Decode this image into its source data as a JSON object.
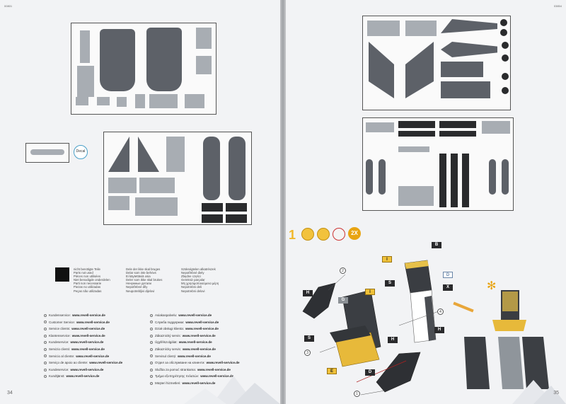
{
  "left_page": {
    "corner_code": "00801",
    "page_number": "34",
    "decal_sheet_label": "Decal",
    "legend_lines_col1": [
      "nicht benötigte Teile",
      "Parts not used",
      "Pièces non utilisées",
      "Niet benodigde onderdelen",
      "Parti non necessarie",
      "Piezas no utilizadas",
      "Peças não utilizadas"
    ],
    "legend_lines_col2": [
      "Dele der ikke skal bruges",
      "Delar som inte behövs",
      "Ei käytettäviä osia",
      "Deler som ikke skal brukes",
      "Ненужные детали",
      "Nepotřebné díly",
      "Neupotrebljivi dijelovi"
    ],
    "legend_lines_col3": [
      "Szükségtelen alkatrészek",
      "Nepotřebné diely",
      "Zbędne części",
      "Gereksiz parçalar",
      "Μη χρησιμοποιούμενα μέρη",
      "Nepotrebni deli",
      "Nepotrebni delovi"
    ],
    "services_col1": [
      {
        "label": "Kundenservice:",
        "url": "www.revell-service.de"
      },
      {
        "label": "Customer Service:",
        "url": "www.revell-service.de"
      },
      {
        "label": "Service clients:",
        "url": "www.revell-service.de"
      },
      {
        "label": "Klantenservice:",
        "url": "www.revell-service.de"
      },
      {
        "label": "Kundeservice:",
        "url": "www.revell-service.de"
      },
      {
        "label": "Servizio clienti:",
        "url": "www.revell-service.de"
      },
      {
        "label": "Servicio al cliente:",
        "url": "www.revell-service.de"
      },
      {
        "label": "Serviço de apoio ao cliente:",
        "url": "www.revell-service.de"
      },
      {
        "label": "Kundeservice:",
        "url": "www.revell-service.de"
      },
      {
        "label": "Kundtjänst:",
        "url": "www.revell-service.de"
      }
    ],
    "services_col2": [
      {
        "label": "Asiakaspalvelu:",
        "url": "www.revell-service.de"
      },
      {
        "label": "Служба поддержки:",
        "url": "www.revell-service.de"
      },
      {
        "label": "Dział obsługi klienta:",
        "url": "www.revell-service.de"
      },
      {
        "label": "Zákaznický servis:",
        "url": "www.revell-service.de"
      },
      {
        "label": "Ügyfélszolgálat:",
        "url": "www.revell-service.de"
      },
      {
        "label": "Zákaznícky servis:",
        "url": "www.revell-service.de"
      },
      {
        "label": "Servisul clienți:",
        "url": "www.revell-service.de"
      },
      {
        "label": "Отдел за обслужване на клиенти:",
        "url": "www.revell-service.de"
      },
      {
        "label": "Služba za pomoć strankama:",
        "url": "www.revell-service.de"
      },
      {
        "label": "Τμήμα εξυπηρέτησης πελατών:",
        "url": "www.revell-service.de"
      },
      {
        "label": "Müşteri hizmetleri:",
        "url": "www.revell-service.de"
      }
    ]
  },
  "right_page": {
    "corner_code": "03854",
    "page_number": "35",
    "step_number": "1",
    "quantity_badge": "2X",
    "callouts": {
      "b_top": "B",
      "i_top": "I",
      "d_outline": "D",
      "s_mid": "S",
      "x_mid": "X",
      "h_left": "H",
      "g_grey": "G",
      "i_mid": "I",
      "h_right": "H",
      "s_lower": "S",
      "h_low": "H",
      "e_yellow": "E",
      "d_bottom": "D"
    },
    "part_numbers": {
      "n2": "2",
      "n4": "4",
      "n3": "3",
      "n1": "1"
    }
  },
  "colors": {
    "page_bg": "#f2f3f5",
    "accent_yellow": "#f0c23a",
    "accent_orange": "#e8a412",
    "part_grey": "#5d6168",
    "part_dark": "#2a2b2d"
  }
}
